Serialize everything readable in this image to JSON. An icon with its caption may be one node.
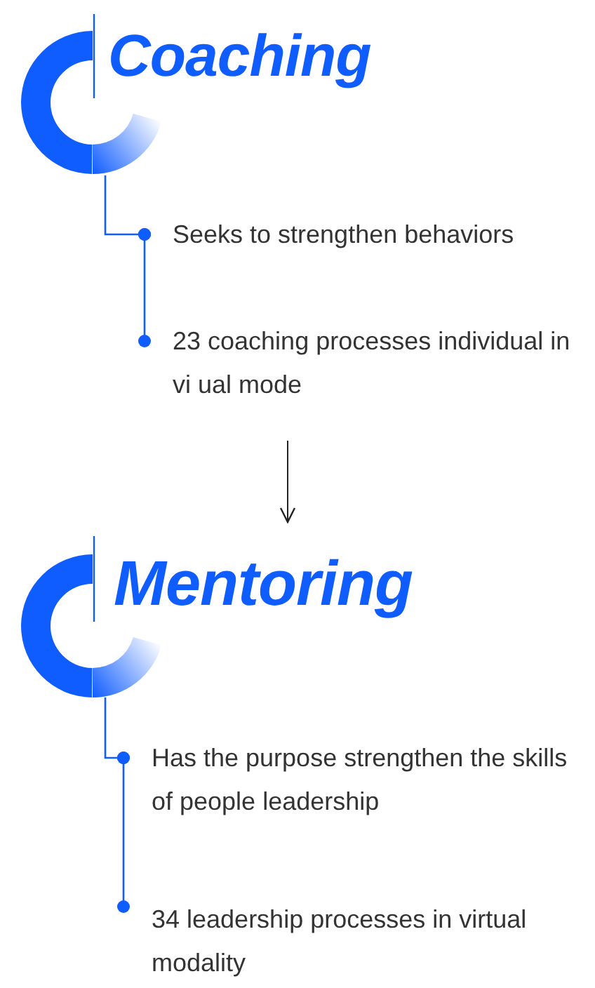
{
  "diagram": {
    "nodes": [
      {
        "text": [
          "Coaching"
        ]
      },
      {
        "text": [
          "Seeks to strengthen behaviors"
        ]
      },
      {
        "text": [
          "23 coaching processes individual in vi ual mode"
        ]
      },
      {
        "text": [
          "Mentoring"
        ]
      },
      {
        "text": [
          "Has the purpose strengthen the skills of people leadership"
        ]
      },
      {
        "text": [
          "34 leadership processes in virtual modality"
        ]
      }
    ],
    "edges": [
      {
        "from": 0,
        "to": 1,
        "arrow": "other"
      },
      {
        "from": 1,
        "to": 2,
        "arrow": "other"
      },
      {
        "from": 2,
        "to": 3,
        "arrow": "to",
        "color": "#222222"
      },
      {
        "from": 3,
        "to": 4,
        "arrow": "other"
      },
      {
        "from": 4,
        "to": 5,
        "arrow": "other"
      }
    ]
  }
}
